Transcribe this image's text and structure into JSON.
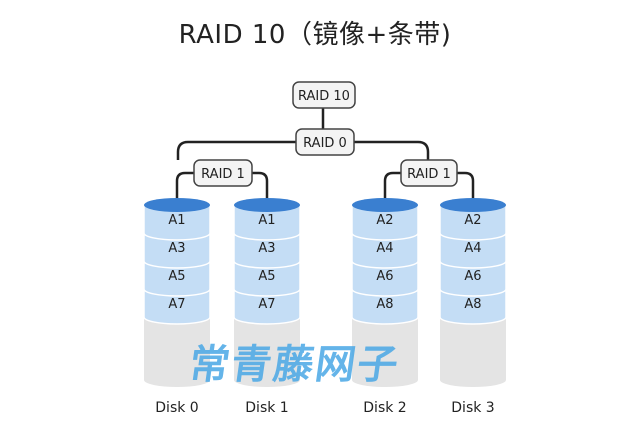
{
  "title": "RAID 10（镜像+条带)",
  "nodes": {
    "root": "RAID 10",
    "stripe": "RAID 0",
    "mirror_left": "RAID 1",
    "mirror_right": "RAID 1"
  },
  "disks": [
    {
      "label": "Disk 0",
      "blocks": [
        "A1",
        "A3",
        "A5",
        "A7"
      ]
    },
    {
      "label": "Disk 1",
      "blocks": [
        "A1",
        "A3",
        "A5",
        "A7"
      ]
    },
    {
      "label": "Disk 2",
      "blocks": [
        "A2",
        "A4",
        "A6",
        "A8"
      ]
    },
    {
      "label": "Disk 3",
      "blocks": [
        "A2",
        "A4",
        "A6",
        "A8"
      ]
    }
  ],
  "watermark": "常青藤网子",
  "colors": {
    "disk_top": "#3a7fd0",
    "disk_block": "#c4ddf5",
    "disk_empty": "#e4e4e4",
    "node_fill": "#f4f4f4",
    "line": "#222222"
  }
}
